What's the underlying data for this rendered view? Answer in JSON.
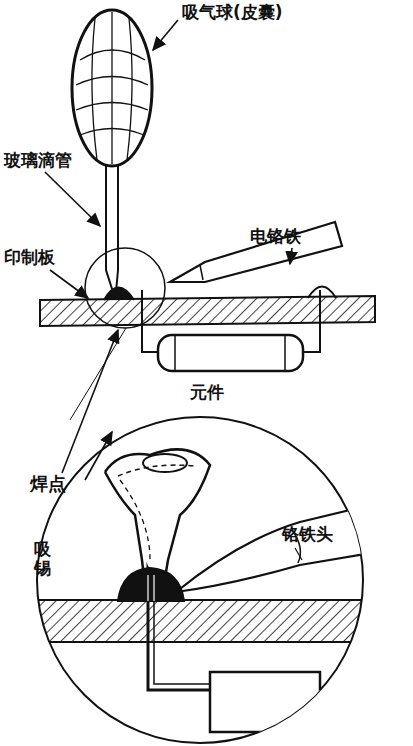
{
  "diagram": {
    "labels": [
      "吸气球(皮囊)",
      "玻璃滴管",
      "电铬铁",
      "印制板",
      "元件",
      "焊点",
      "吸锡",
      "铬铁头"
    ]
  }
}
